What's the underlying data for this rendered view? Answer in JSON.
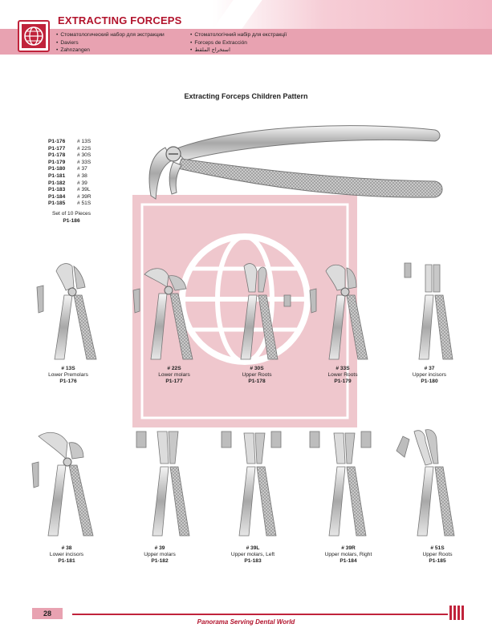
{
  "header": {
    "title": "EXTRACTING FORCEPS",
    "languages_left": [
      "Стоматологический набор для экстракции",
      "Daviers",
      "Zahnzangen"
    ],
    "languages_right": [
      "Стоматологічний набір для екстракції",
      "Forceps de Extracción",
      "استخراج الملقط"
    ]
  },
  "section_title": "Extracting Forceps Children Pattern",
  "code_list": [
    {
      "code": "P1-176",
      "num": "# 13S"
    },
    {
      "code": "P1-177",
      "num": "# 22S"
    },
    {
      "code": "P1-178",
      "num": "# 30S"
    },
    {
      "code": "P1-179",
      "num": "# 33S"
    },
    {
      "code": "P1-180",
      "num": "# 37"
    },
    {
      "code": "P1-181",
      "num": "# 38"
    },
    {
      "code": "P1-182",
      "num": "# 39"
    },
    {
      "code": "P1-183",
      "num": "# 39L"
    },
    {
      "code": "P1-184",
      "num": "# 39R"
    },
    {
      "code": "P1-185",
      "num": "# 51S"
    }
  ],
  "set": {
    "label": "Set of 10 Pieces",
    "code": "P1-186"
  },
  "products_row1": [
    {
      "num": "# 13S",
      "desc": "Lower Premolars",
      "code": "P1-176"
    },
    {
      "num": "# 22S",
      "desc": "Lower molars",
      "code": "P1-177"
    },
    {
      "num": "# 30S",
      "desc": "Upper Roots",
      "code": "P1-178"
    },
    {
      "num": "# 33S",
      "desc": "Lower Roots",
      "code": "P1-179"
    },
    {
      "num": "# 37",
      "desc": "Upper incisors",
      "code": "P1-180"
    }
  ],
  "products_row2": [
    {
      "num": "# 38",
      "desc": "Lower incisors",
      "code": "P1-181"
    },
    {
      "num": "# 39",
      "desc": "Upper molars",
      "code": "P1-182"
    },
    {
      "num": "# 39L",
      "desc": "Upper molars, Left",
      "code": "P1-183"
    },
    {
      "num": "# 39R",
      "desc": "Upper molars, Right",
      "code": "P1-184"
    },
    {
      "num": "# 51S",
      "desc": "Upper Roots",
      "code": "P1-185"
    }
  ],
  "footer": {
    "page": "28",
    "tagline": "Panorama Serving Dental World"
  },
  "colors": {
    "brand": "#c0233b",
    "band": "#e8a2b1"
  }
}
